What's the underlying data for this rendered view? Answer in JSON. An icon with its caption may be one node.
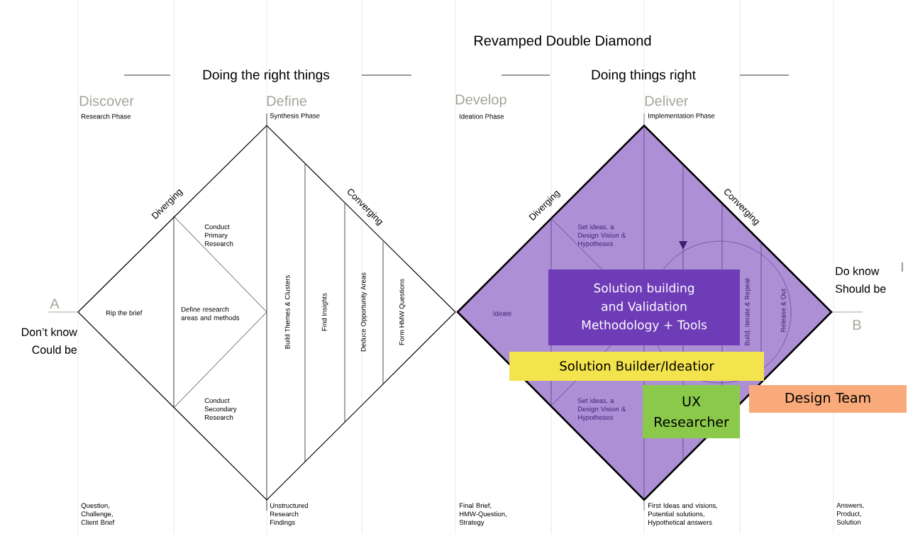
{
  "diagram": {
    "title": "Revamped Double Diamond",
    "nodes": [
      {
        "text": [
          "Solution building and Validation Methodology + Tools"
        ]
      },
      {
        "text": [
          "Solution Builder/Ideatior"
        ]
      },
      {
        "text": [
          "UX Researcher"
        ]
      },
      {
        "text": [
          "Design Team"
        ]
      }
    ],
    "labels": [
      "Doing the right things",
      "Doing things right",
      "Discover",
      "Research Phase",
      "Define",
      "Synthesis Phase",
      "Develop",
      "Ideation Phase",
      "Deliver",
      "Implementation Phase",
      "Diverging",
      "Conduct Primary Research",
      "Converging",
      "Diverging",
      "Set ideas, a Design Vision & Hypotheses",
      "Converging",
      "A",
      "Rip the brief",
      "Define research areas and methods",
      "Build Themes & Clusters",
      "Find Insights",
      "Deduce Opportunity Areas",
      "Form HMW Questions",
      "Ideate",
      "Build, Iterate & Repeat",
      "Release & Out",
      "Do know",
      "Should be",
      "B",
      "Don’t know",
      "Could be",
      "Conduct Secondary Research",
      "Set ideas, a Design Vision & Hypotheses",
      "Question, Challenge, Client Brief",
      "Unstructured Research Findings",
      "Final Brief, HMW-Question, Strategy",
      "First Ideas and visions, Potential solutions, Hypothetical answers",
      "Answers, Product, Solution"
    ]
  }
}
